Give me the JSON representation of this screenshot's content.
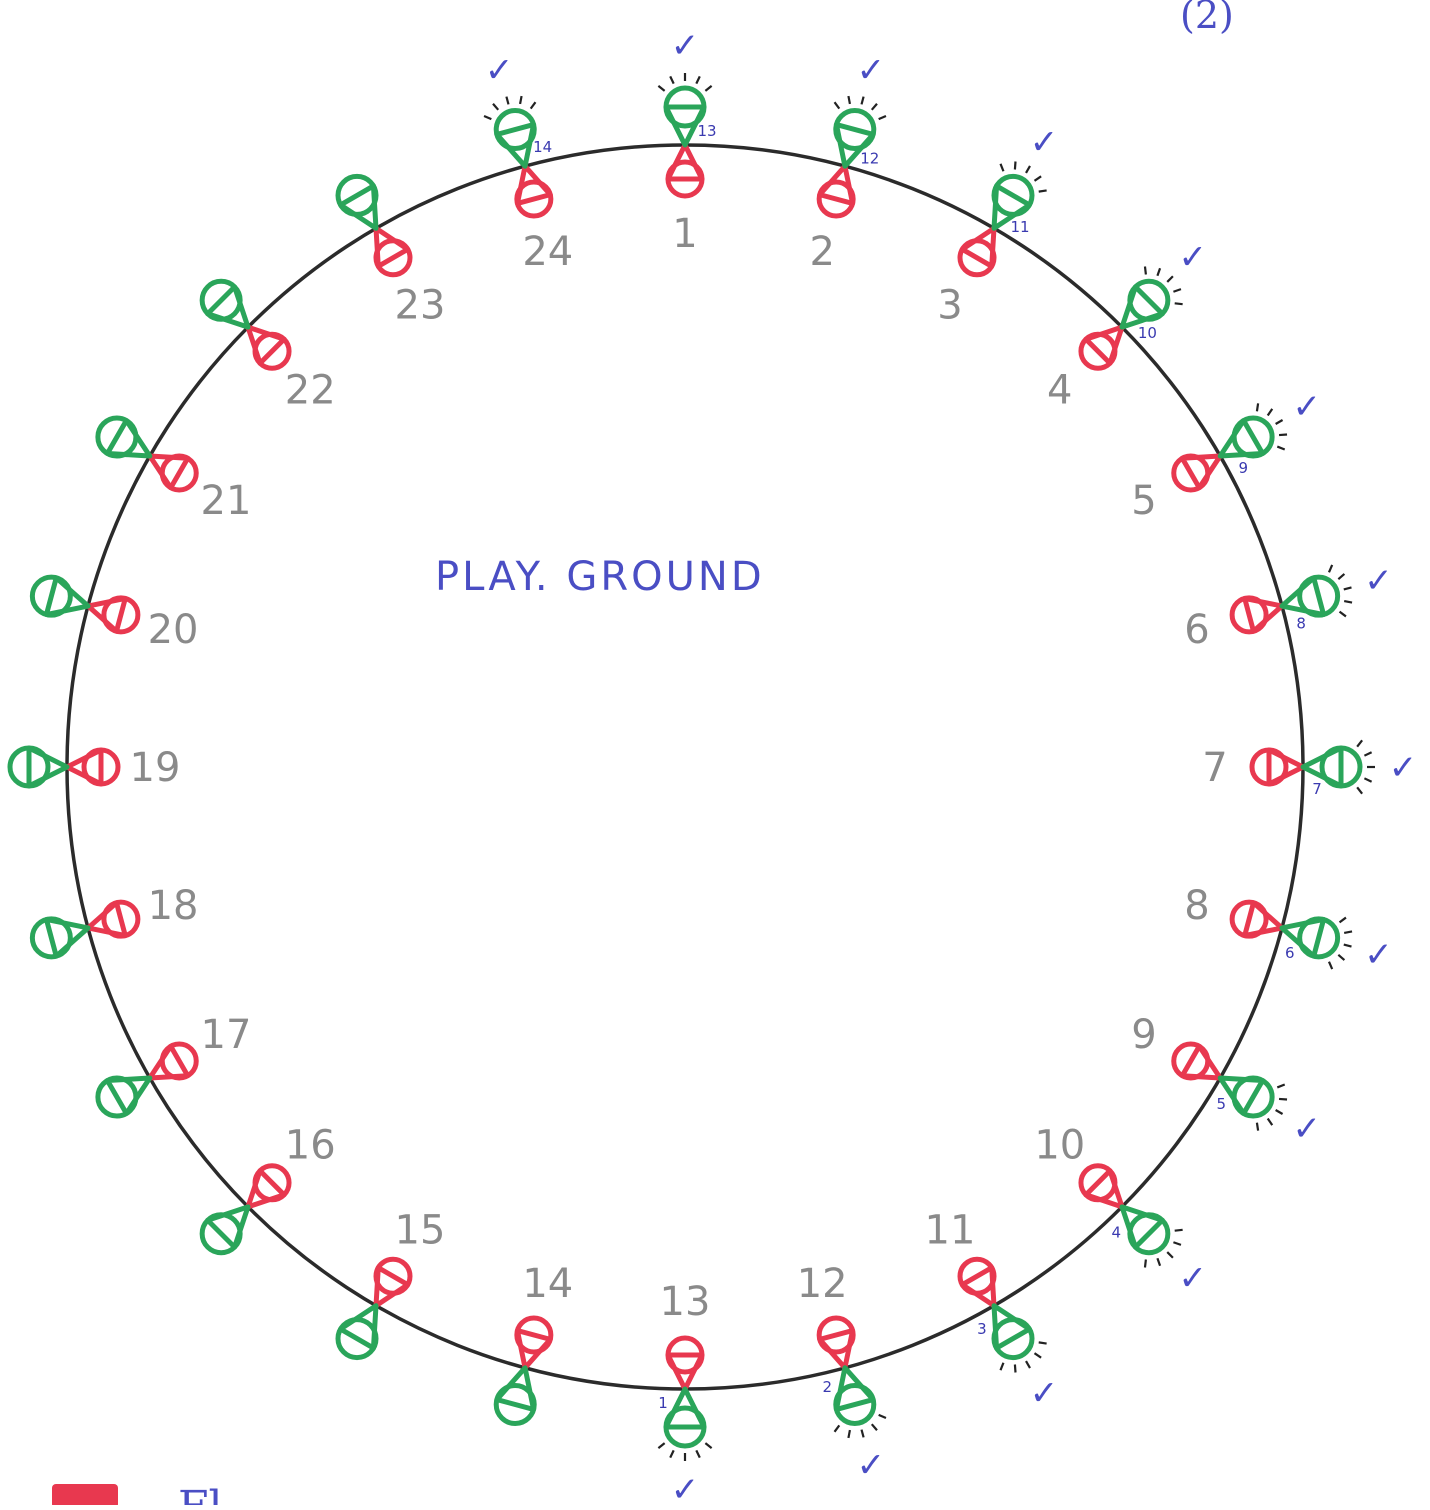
{
  "page_corner_label": "(2)",
  "title": "PLAY. GROUND",
  "footer_partial_text": "Fl",
  "colors": {
    "ground_outline": "#2b2b2b",
    "outer_player": "#e8384f",
    "inner_player": "#2aa55a",
    "outer_number": "#8a8a8a",
    "pen_blue": "#4a4ec4"
  },
  "outer_row": {
    "description_icon": "red-player-icon",
    "labels": [
      "1",
      "2",
      "3",
      "4",
      "5",
      "6",
      "7",
      "8",
      "9",
      "10",
      "11",
      "12",
      "13",
      "14",
      "15",
      "16",
      "17",
      "18",
      "19",
      "20",
      "21",
      "22",
      "23",
      "24"
    ]
  },
  "inner_row": {
    "description_icon": "green-player-icon",
    "count": 24,
    "numbered_labels": [
      "1",
      "2",
      "3",
      "4",
      "5",
      "6",
      "7",
      "8",
      "9",
      "10",
      "11",
      "12",
      "13",
      "14"
    ],
    "tick_mark": "✓"
  }
}
